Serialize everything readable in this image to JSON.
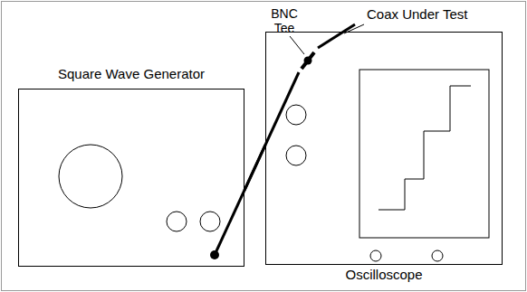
{
  "diagram": {
    "nodes": [
      {
        "text": [
          "Square Wave Generator"
        ]
      },
      {
        "text": [
          "Oscilloscope"
        ]
      }
    ],
    "edges": [
      {
        "from": 0,
        "to": 1,
        "arrow": "none"
      }
    ],
    "labels": [
      "BNC Tee",
      "Coax Under Test"
    ]
  }
}
